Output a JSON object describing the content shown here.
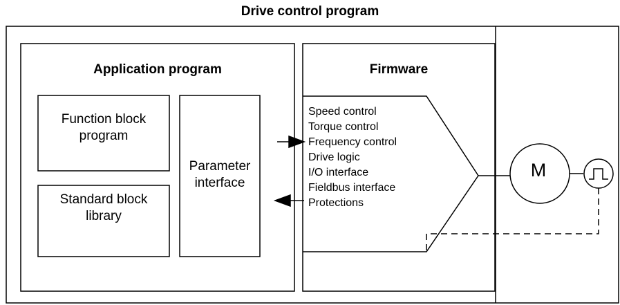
{
  "title": "Drive control program",
  "application": {
    "title": "Application program",
    "function_block": [
      "Function block",
      "program"
    ],
    "standard_library": [
      "Standard block",
      "library"
    ],
    "parameter_interface": [
      "Parameter",
      "interface"
    ]
  },
  "firmware": {
    "title": "Firmware",
    "items": [
      "Speed control",
      "Torque control",
      "Frequency control",
      "Drive logic",
      "I/O interface",
      "Fieldbus interface",
      "Protections"
    ]
  },
  "motor": {
    "label": "M"
  },
  "icons": [
    "arrow-right-icon",
    "arrow-left-icon",
    "motor-icon",
    "encoder-pulse-icon"
  ]
}
